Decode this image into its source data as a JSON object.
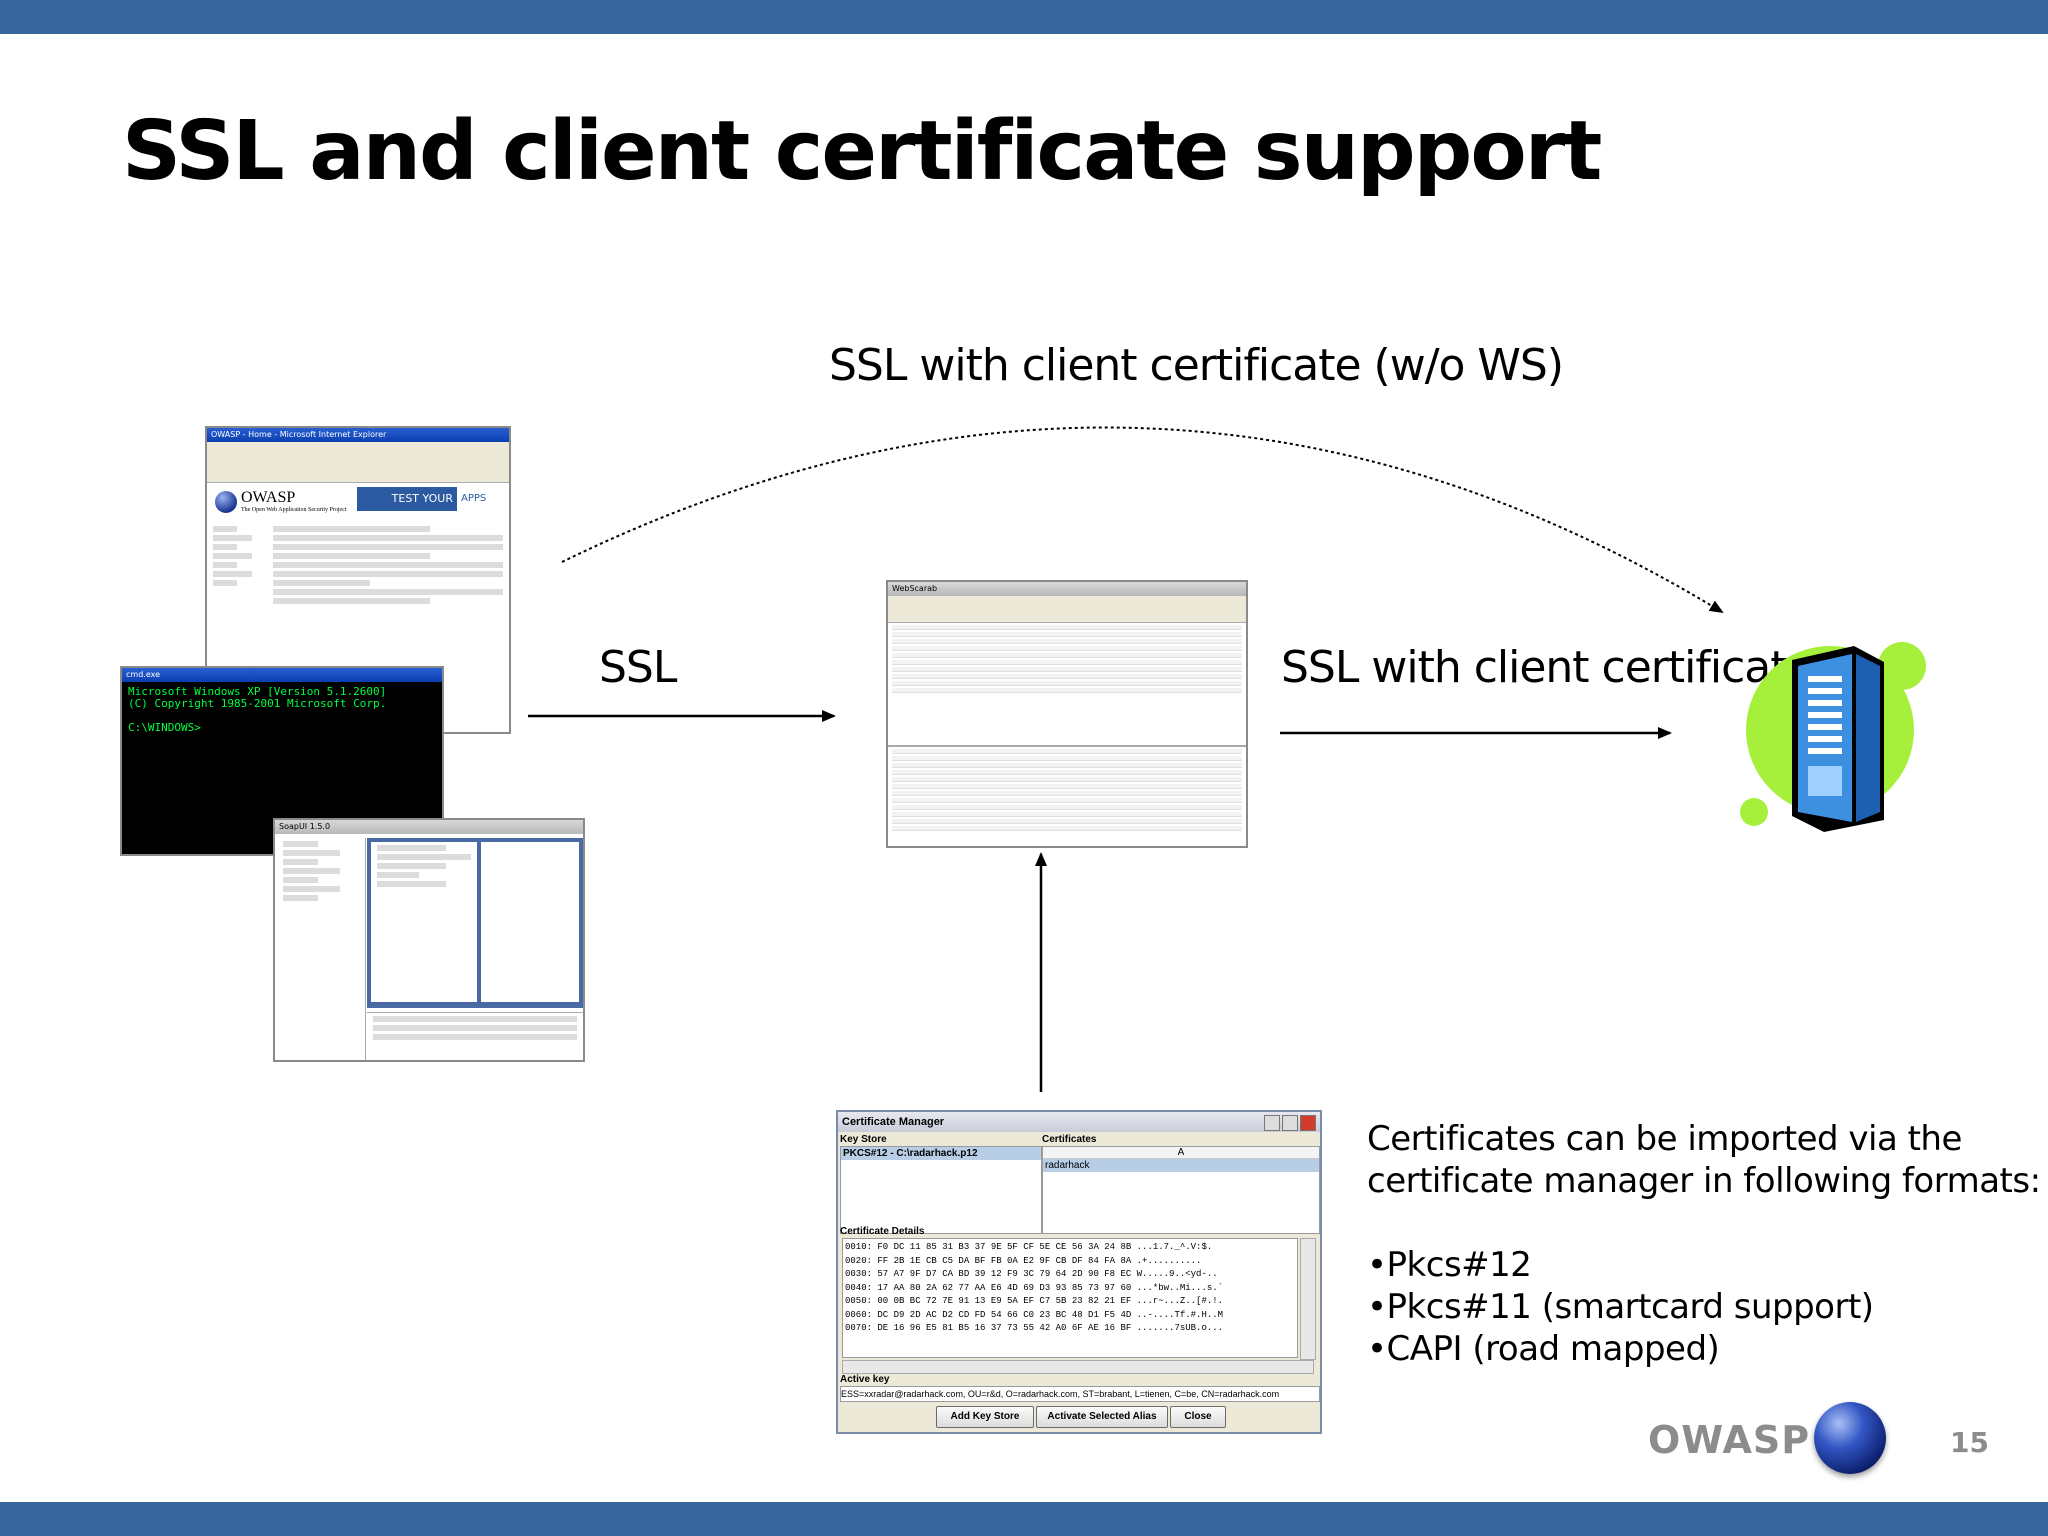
{
  "slide": {
    "title": "SSL and client certificate support",
    "page_number": "15"
  },
  "labels": {
    "ssl": "SSL",
    "ssl_client_cert": "SSL with client certificate",
    "ssl_client_cert_no_ws": "SSL with client certificate (w/o  WS)"
  },
  "browser": {
    "title": "OWASP - Home - Microsoft Internet Explorer",
    "logo_text": "OWASP",
    "tagline": "The Open Web Application Security Project",
    "banner": "TEST YOUR",
    "banner_suffix": "APPS"
  },
  "cmd": {
    "title": "cmd.exe",
    "line1": "Microsoft Windows XP [Version 5.1.2600]",
    "line2": "(C) Copyright 1985-2001 Microsoft Corp.",
    "line3": "C:\\WINDOWS>"
  },
  "ide": {
    "title": "SoapUI 1.5.0"
  },
  "webscarab": {
    "title": "WebScarab"
  },
  "cert_manager": {
    "title": "Certificate Manager",
    "key_store_label": "Key Store",
    "key_store_item": "PKCS#12 - C:\\radarhack.p12",
    "certificates_label": "Certificates",
    "certificates_col": "A",
    "certificate_item": "radarhack",
    "details_label": "Certificate Details",
    "details_lines": [
      "0010: F0 DC 11 85 31 B3 37 9E  5F CF 5E CE 56 3A 24 8B  ...1.7._^.V:$.",
      "0020: FF 2B 1E CB C5 DA BF FB  0A E2 9F CB DF 84 FA 8A  .+..........",
      "0030: 57 A7 9F D7 CA BD 39 12  F9 3C 79 64 2D 90 F8 EC  W.....9..<yd-..",
      "0040: 17 AA 80 2A 62 77 AA E6  4D 69 D3 93 85 73 97 60  ...*bw..Mi...s.`",
      "0050: 00 0B BC 72 7E 91 13 E9  5A EF C7 5B 23 82 21 EF  ...r~...Z..[#.!.",
      "0060: DC D9 2D AC D2 CD FD 54  66 C0 23 BC 48 D1 F5 4D  ..-....Tf.#.H..M",
      "0070: DE 16 96 E5 81 B5 16 37  73 55 42 A0 6F AE 16 BF  .......7sUB.o..."
    ],
    "active_key_label": "Active key",
    "active_key_value": "ESS=xxradar@radarhack.com, OU=r&d, O=radarhack.com, ST=brabant, L=tienen, C=be, CN=radarhack.com",
    "buttons": [
      "Add Key Store",
      "Activate Selected Alias",
      "Close"
    ]
  },
  "description": {
    "intro_line1": "Certificates can be imported via the",
    "intro_line2": "certificate manager in following formats:",
    "bullets": [
      "•Pkcs#12",
      "•Pkcs#11 (smartcard support)",
      "•CAPI (road mapped)"
    ]
  },
  "footer": {
    "brand": "OWASP"
  },
  "colors": {
    "band": "#36669c",
    "server_green": "#a6f03c",
    "server_blue": "#3d8fe0",
    "footer_gray": "#8c8c8c"
  },
  "icons": [
    "server-icon",
    "owasp-globe-icon"
  ]
}
